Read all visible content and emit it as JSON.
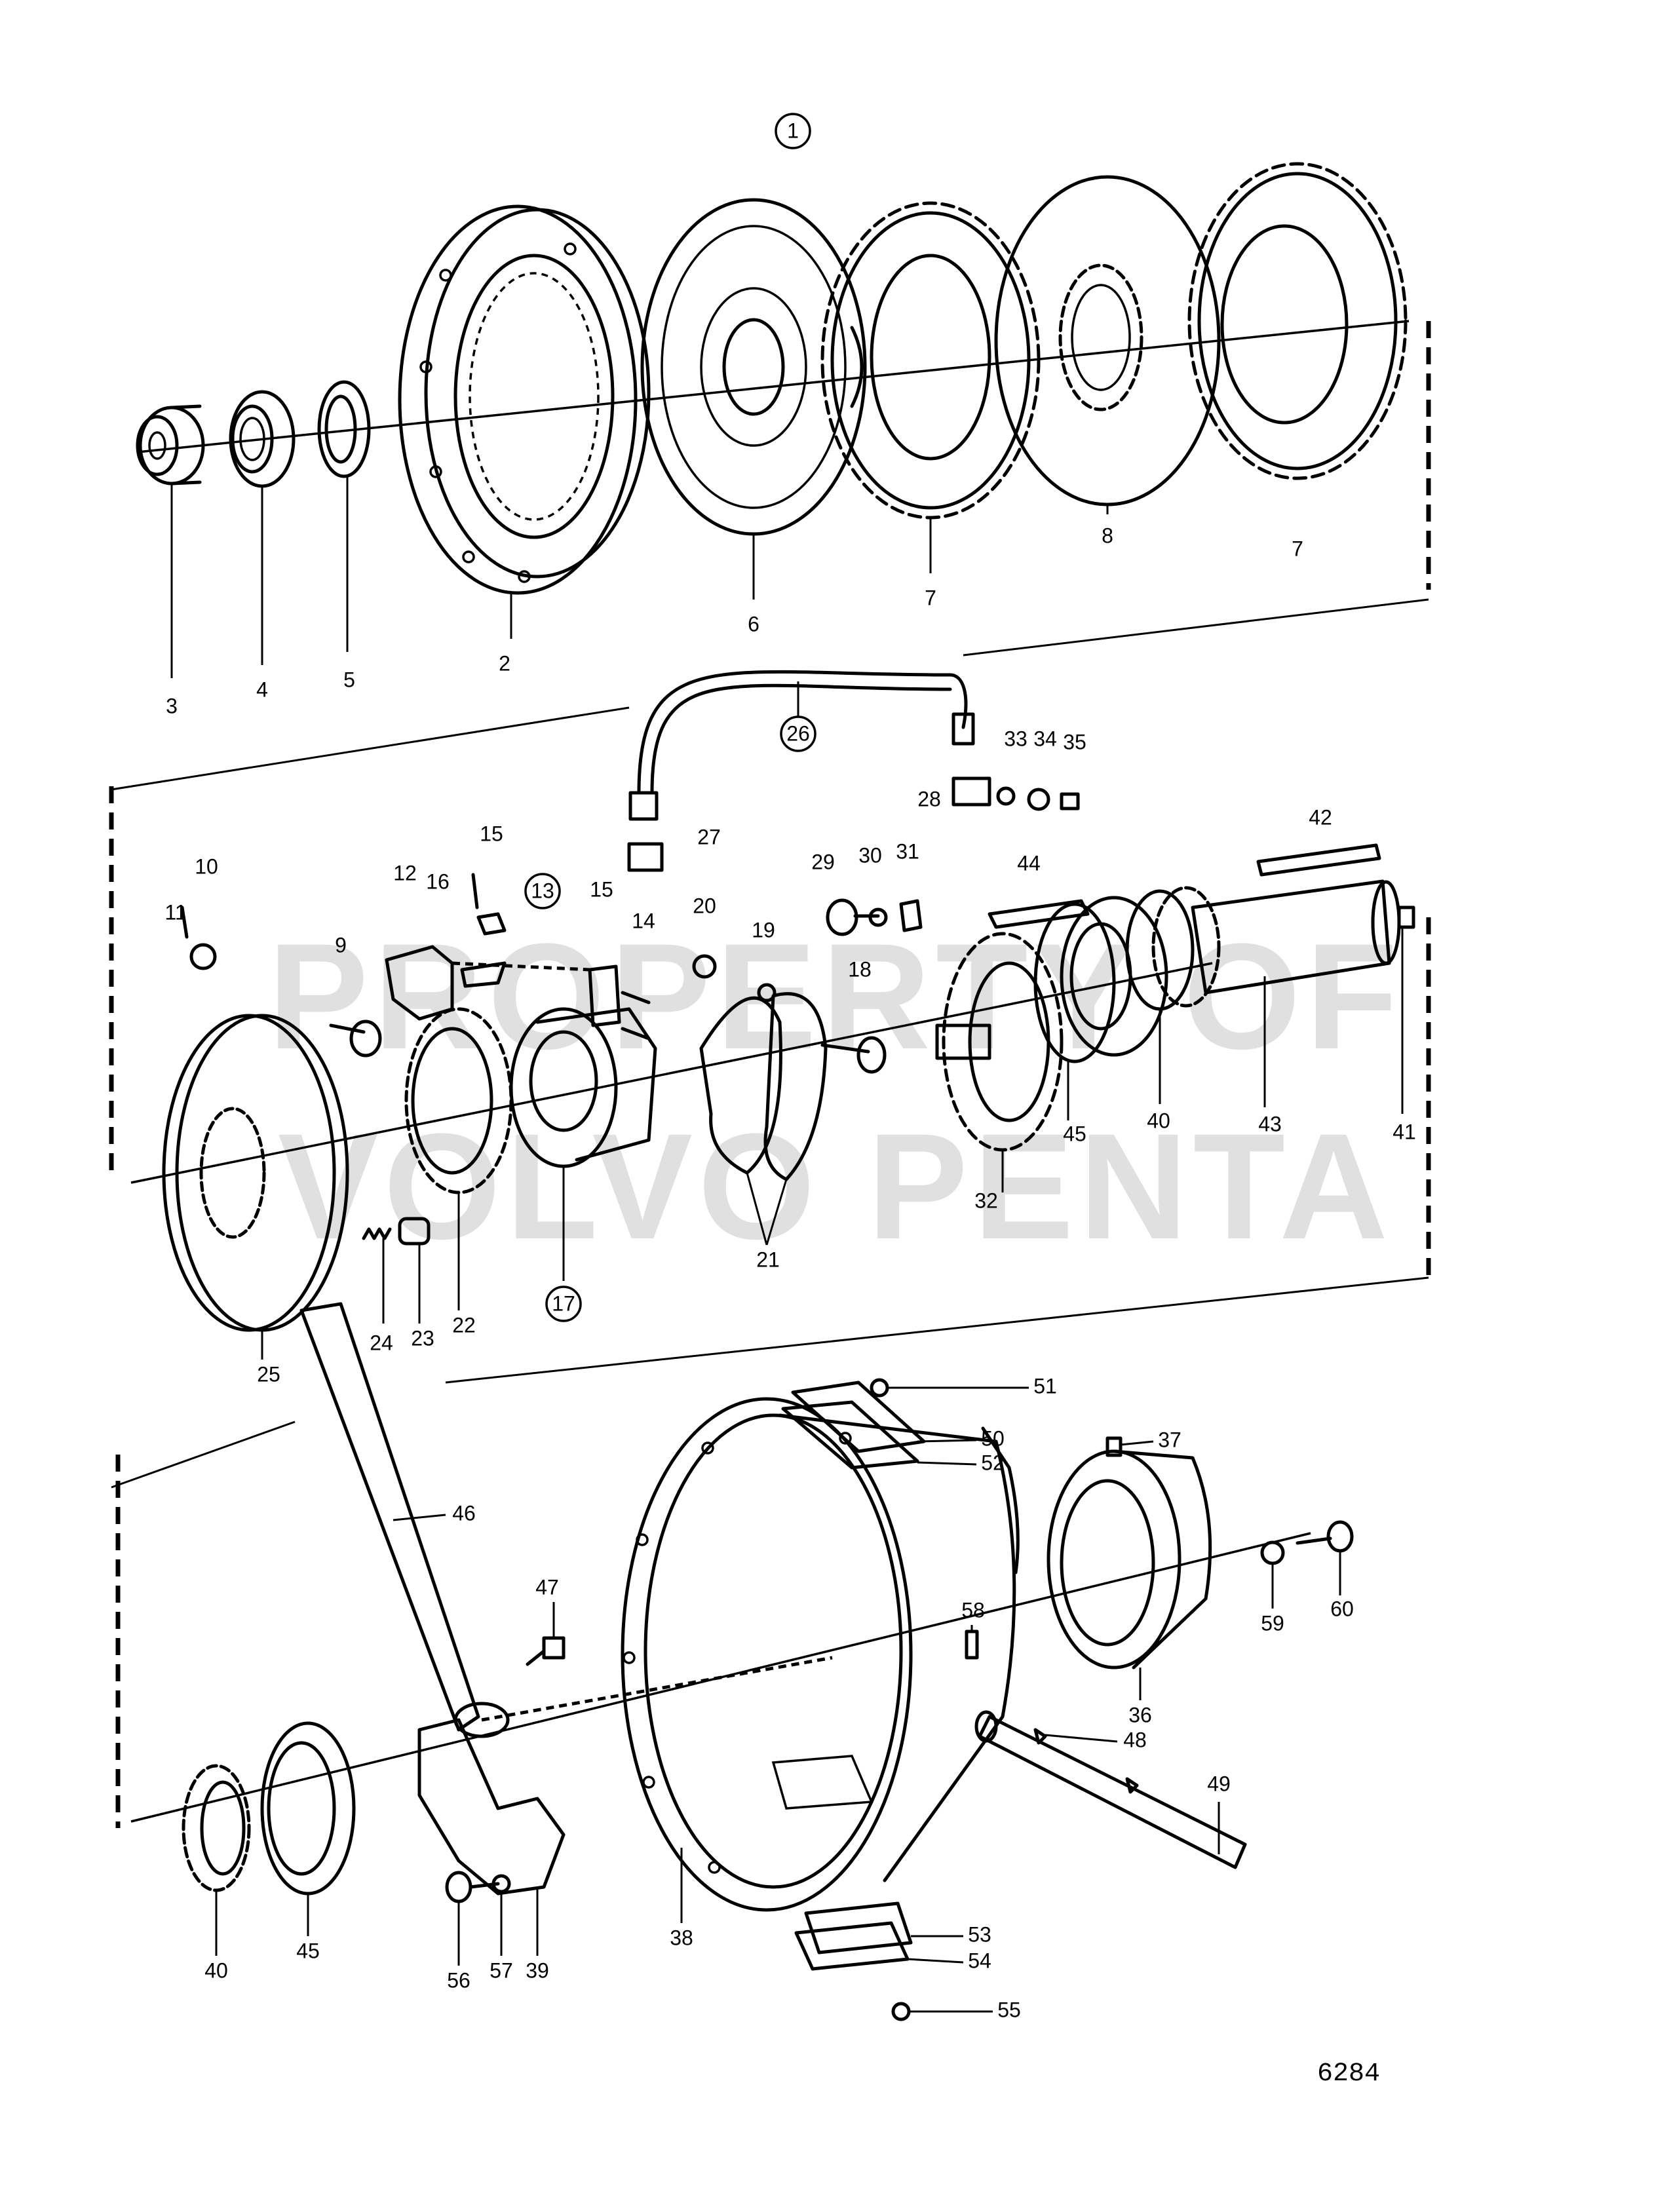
{
  "figure": {
    "number": "6284"
  },
  "watermark": {
    "line1": "PROPERTY OF",
    "line2": "VOLVO PENTA"
  },
  "group_callouts": [
    "1",
    "26",
    "13",
    "17"
  ],
  "callouts": {
    "p1": "1",
    "p2": "2",
    "p3": "3",
    "p4": "4",
    "p5": "5",
    "p6": "6",
    "p7a": "7",
    "p7b": "7",
    "p8": "8",
    "p9": "9",
    "p10": "10",
    "p11": "11",
    "p12": "12",
    "p13": "13",
    "p14": "14",
    "p15a": "15",
    "p15b": "15",
    "p16": "16",
    "p17": "17",
    "p18": "18",
    "p19": "19",
    "p20": "20",
    "p21": "21",
    "p22": "22",
    "p23": "23",
    "p24": "24",
    "p25": "25",
    "p26": "26",
    "p27": "27",
    "p28": "28",
    "p29": "29",
    "p30": "30",
    "p31": "31",
    "p32": "32",
    "p33": "33",
    "p34": "34",
    "p35": "35",
    "p36": "36",
    "p37": "37",
    "p38": "38",
    "p39": "39",
    "p40a": "40",
    "p40b": "40",
    "p41": "41",
    "p42": "42",
    "p43": "43",
    "p44": "44",
    "p45a": "45",
    "p45b": "45",
    "p46": "46",
    "p47": "47",
    "p48": "48",
    "p49": "49",
    "p50": "50",
    "p51": "51",
    "p52": "52",
    "p53": "53",
    "p54": "54",
    "p55": "55",
    "p56": "56",
    "p57": "57",
    "p58": "58",
    "p59": "59",
    "p60": "60"
  }
}
